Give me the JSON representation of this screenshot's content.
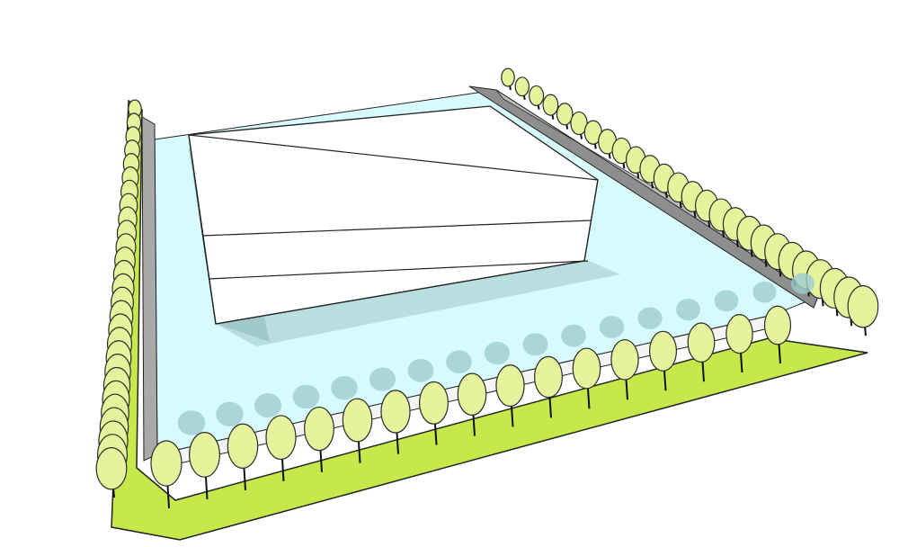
{
  "scene": {
    "type": "3d-massing-sketch",
    "subject": "building-with-tree-lined-site",
    "building": {
      "levels": 3
    },
    "tree_rows": [
      {
        "side": "left",
        "count": 27
      },
      {
        "side": "back-right",
        "count": 26
      },
      {
        "side": "front",
        "count": 17
      }
    ]
  },
  "colors": {
    "grass": "#c7e84a",
    "plaza": "#d7fbfc",
    "plaza_shadow": "#9fcdd0",
    "wall": "#a9a9a9",
    "wall_dark": "#8e8e8e",
    "building_face": "#ffffff",
    "building_shadow": "#9fc6c8",
    "tree_crown": "#e6f29c",
    "tree_crown_stroke": "#2b2b2b",
    "trunk": "#111111",
    "outline": "#222222"
  }
}
